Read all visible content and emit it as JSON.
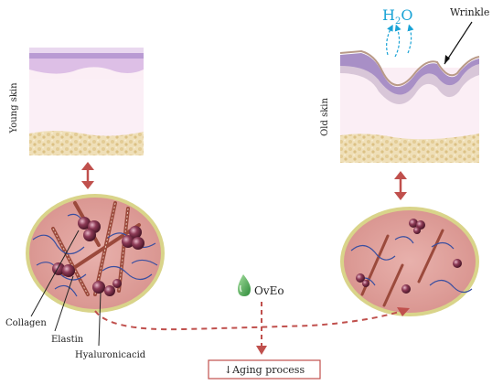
{
  "labels": {
    "young_skin": "Young skin",
    "old_skin": "Old skin",
    "h2o_main": "H",
    "h2o_sub": "2",
    "h2o_end": "O",
    "wrinkle": "Wrinkle",
    "collagen": "Collagen",
    "elastin": "Elastin",
    "hyaluronic": "Hyaluronicacid",
    "oveo": "OvEo",
    "aging": "↓Aging process"
  },
  "colors": {
    "arrow_red": "#c0504d",
    "h2o_blue": "#19a3d6",
    "drop_green": "#4caf50",
    "skin_pink": "#f8e8f0",
    "skin_purple": "#c9a6d8",
    "fat_tan": "#eedcb4",
    "circle_fill": "#e2a8a3",
    "circle_rim": "#d9d48a",
    "sphere": "#7a2e46",
    "elastin_blue": "#3a4fa0",
    "collagen_brown": "#9b4a3c"
  }
}
